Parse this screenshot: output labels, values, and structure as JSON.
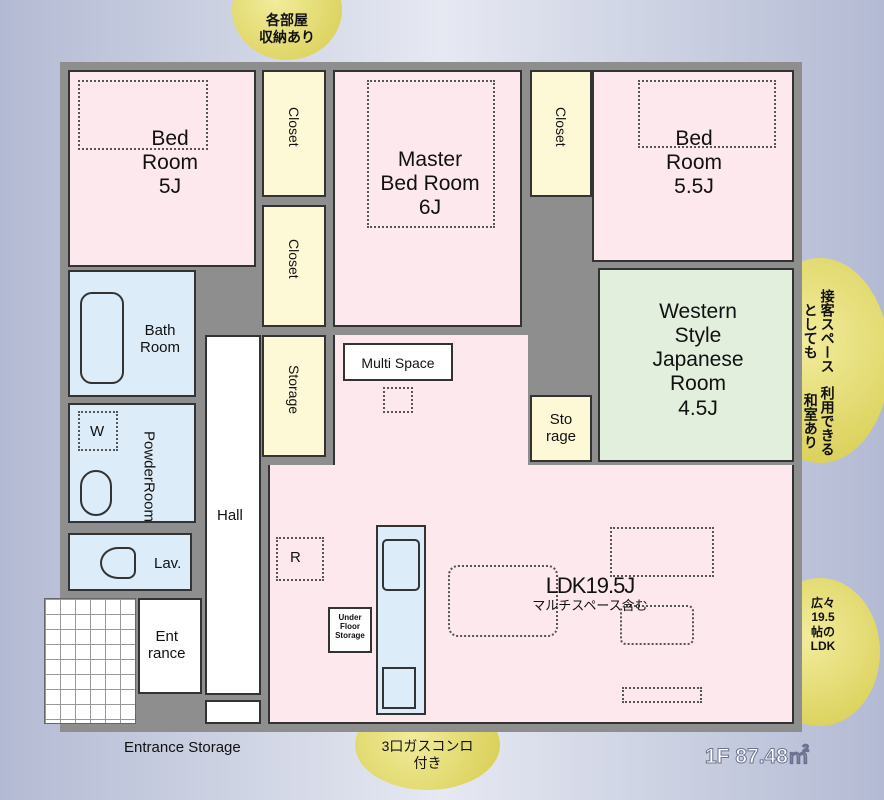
{
  "rooms": {
    "bed_room_1": {
      "line1": "Bed",
      "line2": "Room",
      "size": "5J"
    },
    "master": {
      "line1": "Master",
      "line2": "Bed Room",
      "size": "6J"
    },
    "bed_room_2": {
      "line1": "Bed",
      "line2": "Room",
      "size": "5.5J"
    },
    "japanese": {
      "line1": "Western",
      "line2": "Style",
      "line3": "Japanese",
      "line4": "Room",
      "size": "4.5J"
    },
    "closet1": "Closet",
    "closet2": "Closet",
    "closet3": "Closet",
    "storage": "Storage",
    "small_storage": {
      "line1": "Sto",
      "line2": "rage"
    },
    "bath": {
      "line1": "Bath",
      "line2": "Room"
    },
    "powder": {
      "line1": "Powder",
      "line2": "Room"
    },
    "washer": "W",
    "lav": "Lav.",
    "hall": "Hall",
    "multi": "Multi Space",
    "entrance": {
      "line1": "Ent",
      "line2": "rance"
    },
    "entrance_storage": "Entrance Storage",
    "refrigerator": "R",
    "under_floor": {
      "line1": "Under",
      "line2": "Floor",
      "line3": "Storage"
    },
    "ldk": "LDK19.5J",
    "ldk_note": "マルチスペース含む"
  },
  "callouts": {
    "top": {
      "line1": "各部屋",
      "line2": "収納あり"
    },
    "right_top": {
      "col1": "接客スペースとしても",
      "col2": "利用できる和室あり"
    },
    "right_bottom": "広々19.5帖のLDK",
    "bottom": {
      "line1": "3口ガスコンロ",
      "line2": "付き"
    }
  },
  "floor_info": "1F 87.48㎡"
}
